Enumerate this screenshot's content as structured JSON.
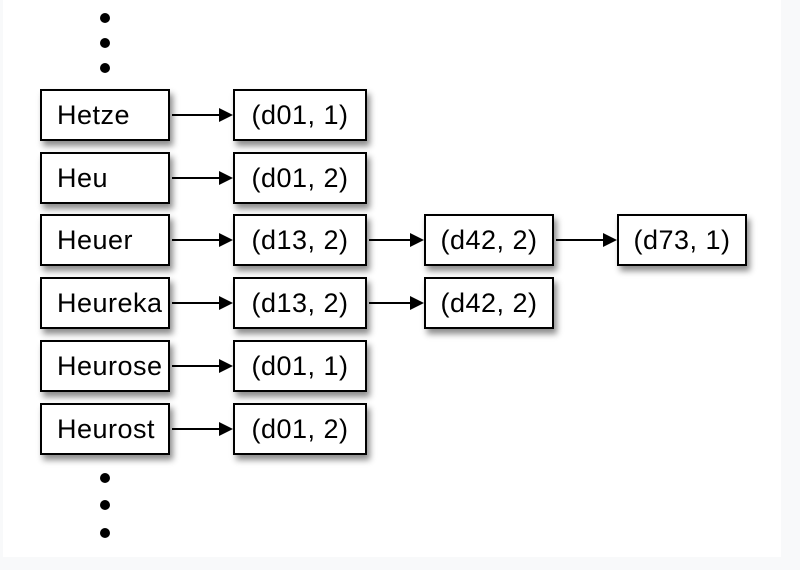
{
  "diagram": {
    "kind": "inverted-index-excerpt",
    "rows": [
      {
        "term": "Hetze",
        "postings": [
          "(d01, 1)"
        ]
      },
      {
        "term": "Heu",
        "postings": [
          "(d01, 2)"
        ]
      },
      {
        "term": "Heuer",
        "postings": [
          "(d13, 2)",
          "(d42, 2)",
          "(d73, 1)"
        ]
      },
      {
        "term": "Heureka",
        "postings": [
          "(d13, 2)",
          "(d42, 2)"
        ]
      },
      {
        "term": "Heurose",
        "postings": [
          "(d01, 1)"
        ]
      },
      {
        "term": "Heurost",
        "postings": [
          "(d01, 2)"
        ]
      }
    ],
    "ellipsis": {
      "top_dot_count": 3,
      "bottom_dot_count": 3
    },
    "colors": {
      "box_fill": "#ffffff",
      "box_border": "#000000",
      "arrow": "#000000",
      "dot": "#000000",
      "page_background": "#ffffff",
      "margin_background": "#f8f9fa",
      "shadow": "rgba(0,0,0,0.45)"
    }
  }
}
